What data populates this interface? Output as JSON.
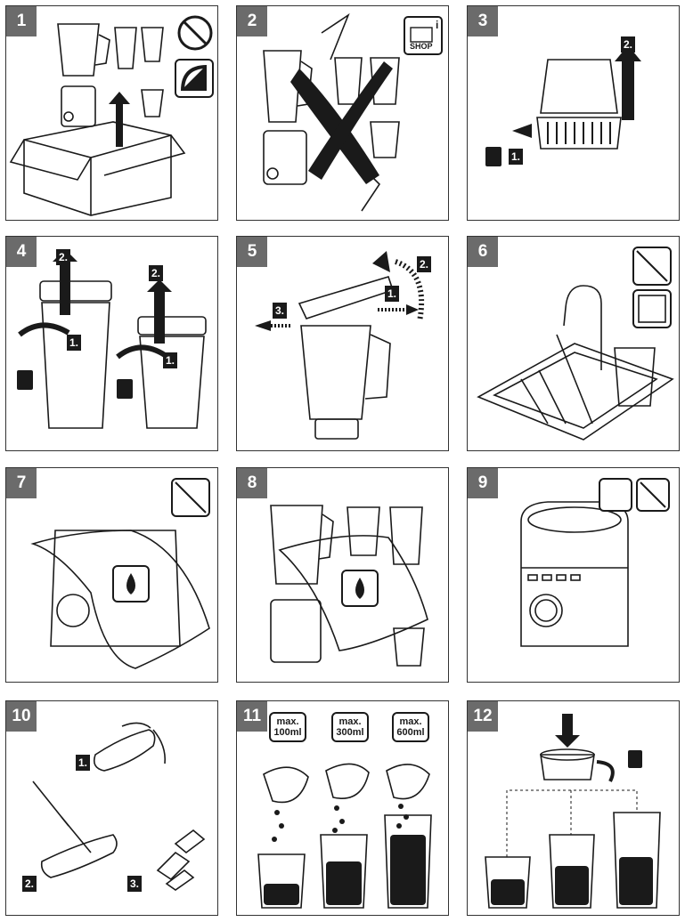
{
  "panels": [
    {
      "number": "1"
    },
    {
      "number": "2",
      "shop_label": "SHOP",
      "info_label": "i"
    },
    {
      "number": "3",
      "step1": "1.",
      "step2": "2."
    },
    {
      "number": "4",
      "step1": "1.",
      "step2": "2."
    },
    {
      "number": "5",
      "step1": "1.",
      "step2": "2.",
      "step3": "3."
    },
    {
      "number": "6"
    },
    {
      "number": "7"
    },
    {
      "number": "8"
    },
    {
      "number": "9"
    },
    {
      "number": "10",
      "step1": "1.",
      "step2": "2.",
      "step3": "3."
    },
    {
      "number": "11",
      "cap1": "max. 100ml",
      "cap2": "max. 300ml",
      "cap3": "max. 600ml"
    },
    {
      "number": "12"
    }
  ],
  "colors": {
    "badge": "#6b6b6b",
    "ink": "#1a1a1a",
    "border": "#333333"
  }
}
